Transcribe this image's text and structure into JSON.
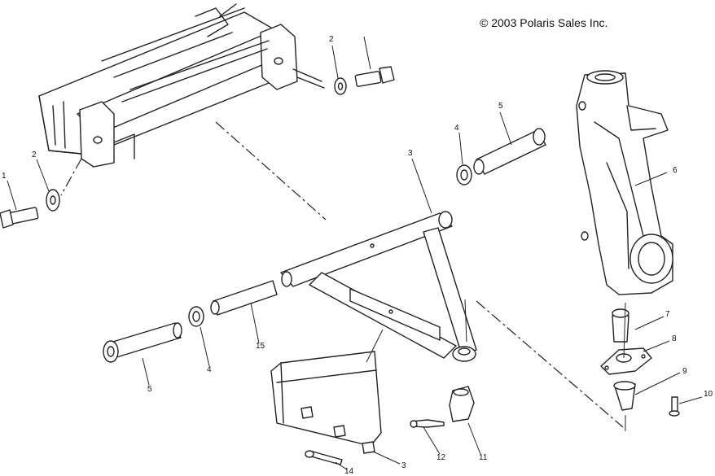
{
  "copyright": "© 2003 Polaris Sales Inc.",
  "callouts": {
    "c1": "1",
    "c2a": "2",
    "c2b": "2",
    "c3a": "3",
    "c3b": "3",
    "c4a": "4",
    "c4b": "4",
    "c5a": "5",
    "c5b": "5",
    "c6": "6",
    "c7": "7",
    "c8": "8",
    "c9": "9",
    "c10": "10",
    "c11": "11",
    "c12": "12",
    "c14": "14",
    "c15": "15"
  }
}
